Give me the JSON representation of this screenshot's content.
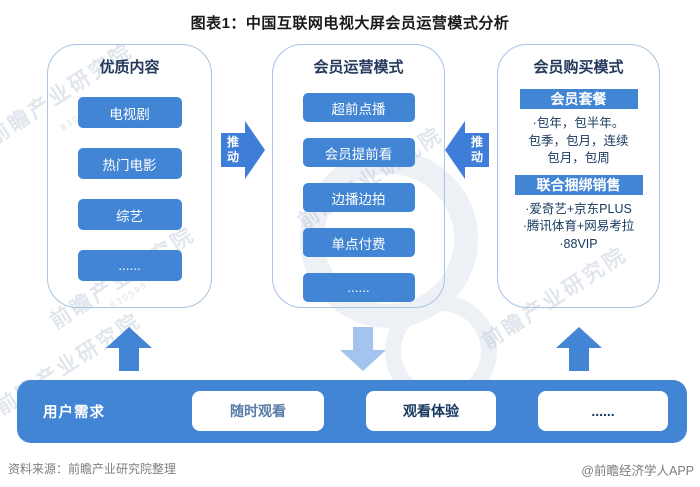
{
  "title": "图表1：中国互联网电视大屏会员运营模式分析",
  "panels": [
    {
      "header": "优质内容",
      "items": [
        "电视剧",
        "热门电影",
        "综艺",
        "......"
      ]
    },
    {
      "header": "会员运营模式",
      "items": [
        "超前点播",
        "会员提前看",
        "边播边拍",
        "单点付费",
        "......"
      ]
    },
    {
      "header": "会员购买模式",
      "sections": [
        {
          "bar": "会员套餐",
          "text": "·包年，包半年。\n包季，包月，连续\n包月，包周"
        },
        {
          "bar": "联合捆绑销售",
          "text": "·爱奇艺+京东PLUS\n·腾讯体育+网易考拉\n·88VIP"
        }
      ]
    }
  ],
  "push_label": "推\n动",
  "bottom_bar": {
    "label": "用户需求",
    "items": [
      "随时观看",
      "观看体验",
      "......"
    ]
  },
  "footer": {
    "source": "资料来源：前瞻产业研究院整理",
    "brand": "@前瞻经济学人APP"
  },
  "watermark": {
    "text": "前瞻产业研究院",
    "code": "830599"
  },
  "colors": {
    "primary_blue": "#4285d5",
    "push_arrow_blue": "#3e7ed8",
    "light_arrow_blue": "#a2c4ef",
    "panel_border": "#a9c3e4",
    "dark_navy_text": "#17375e",
    "muted_blue_text": "#587ba8",
    "footer_gray": "#7d7d7d"
  }
}
